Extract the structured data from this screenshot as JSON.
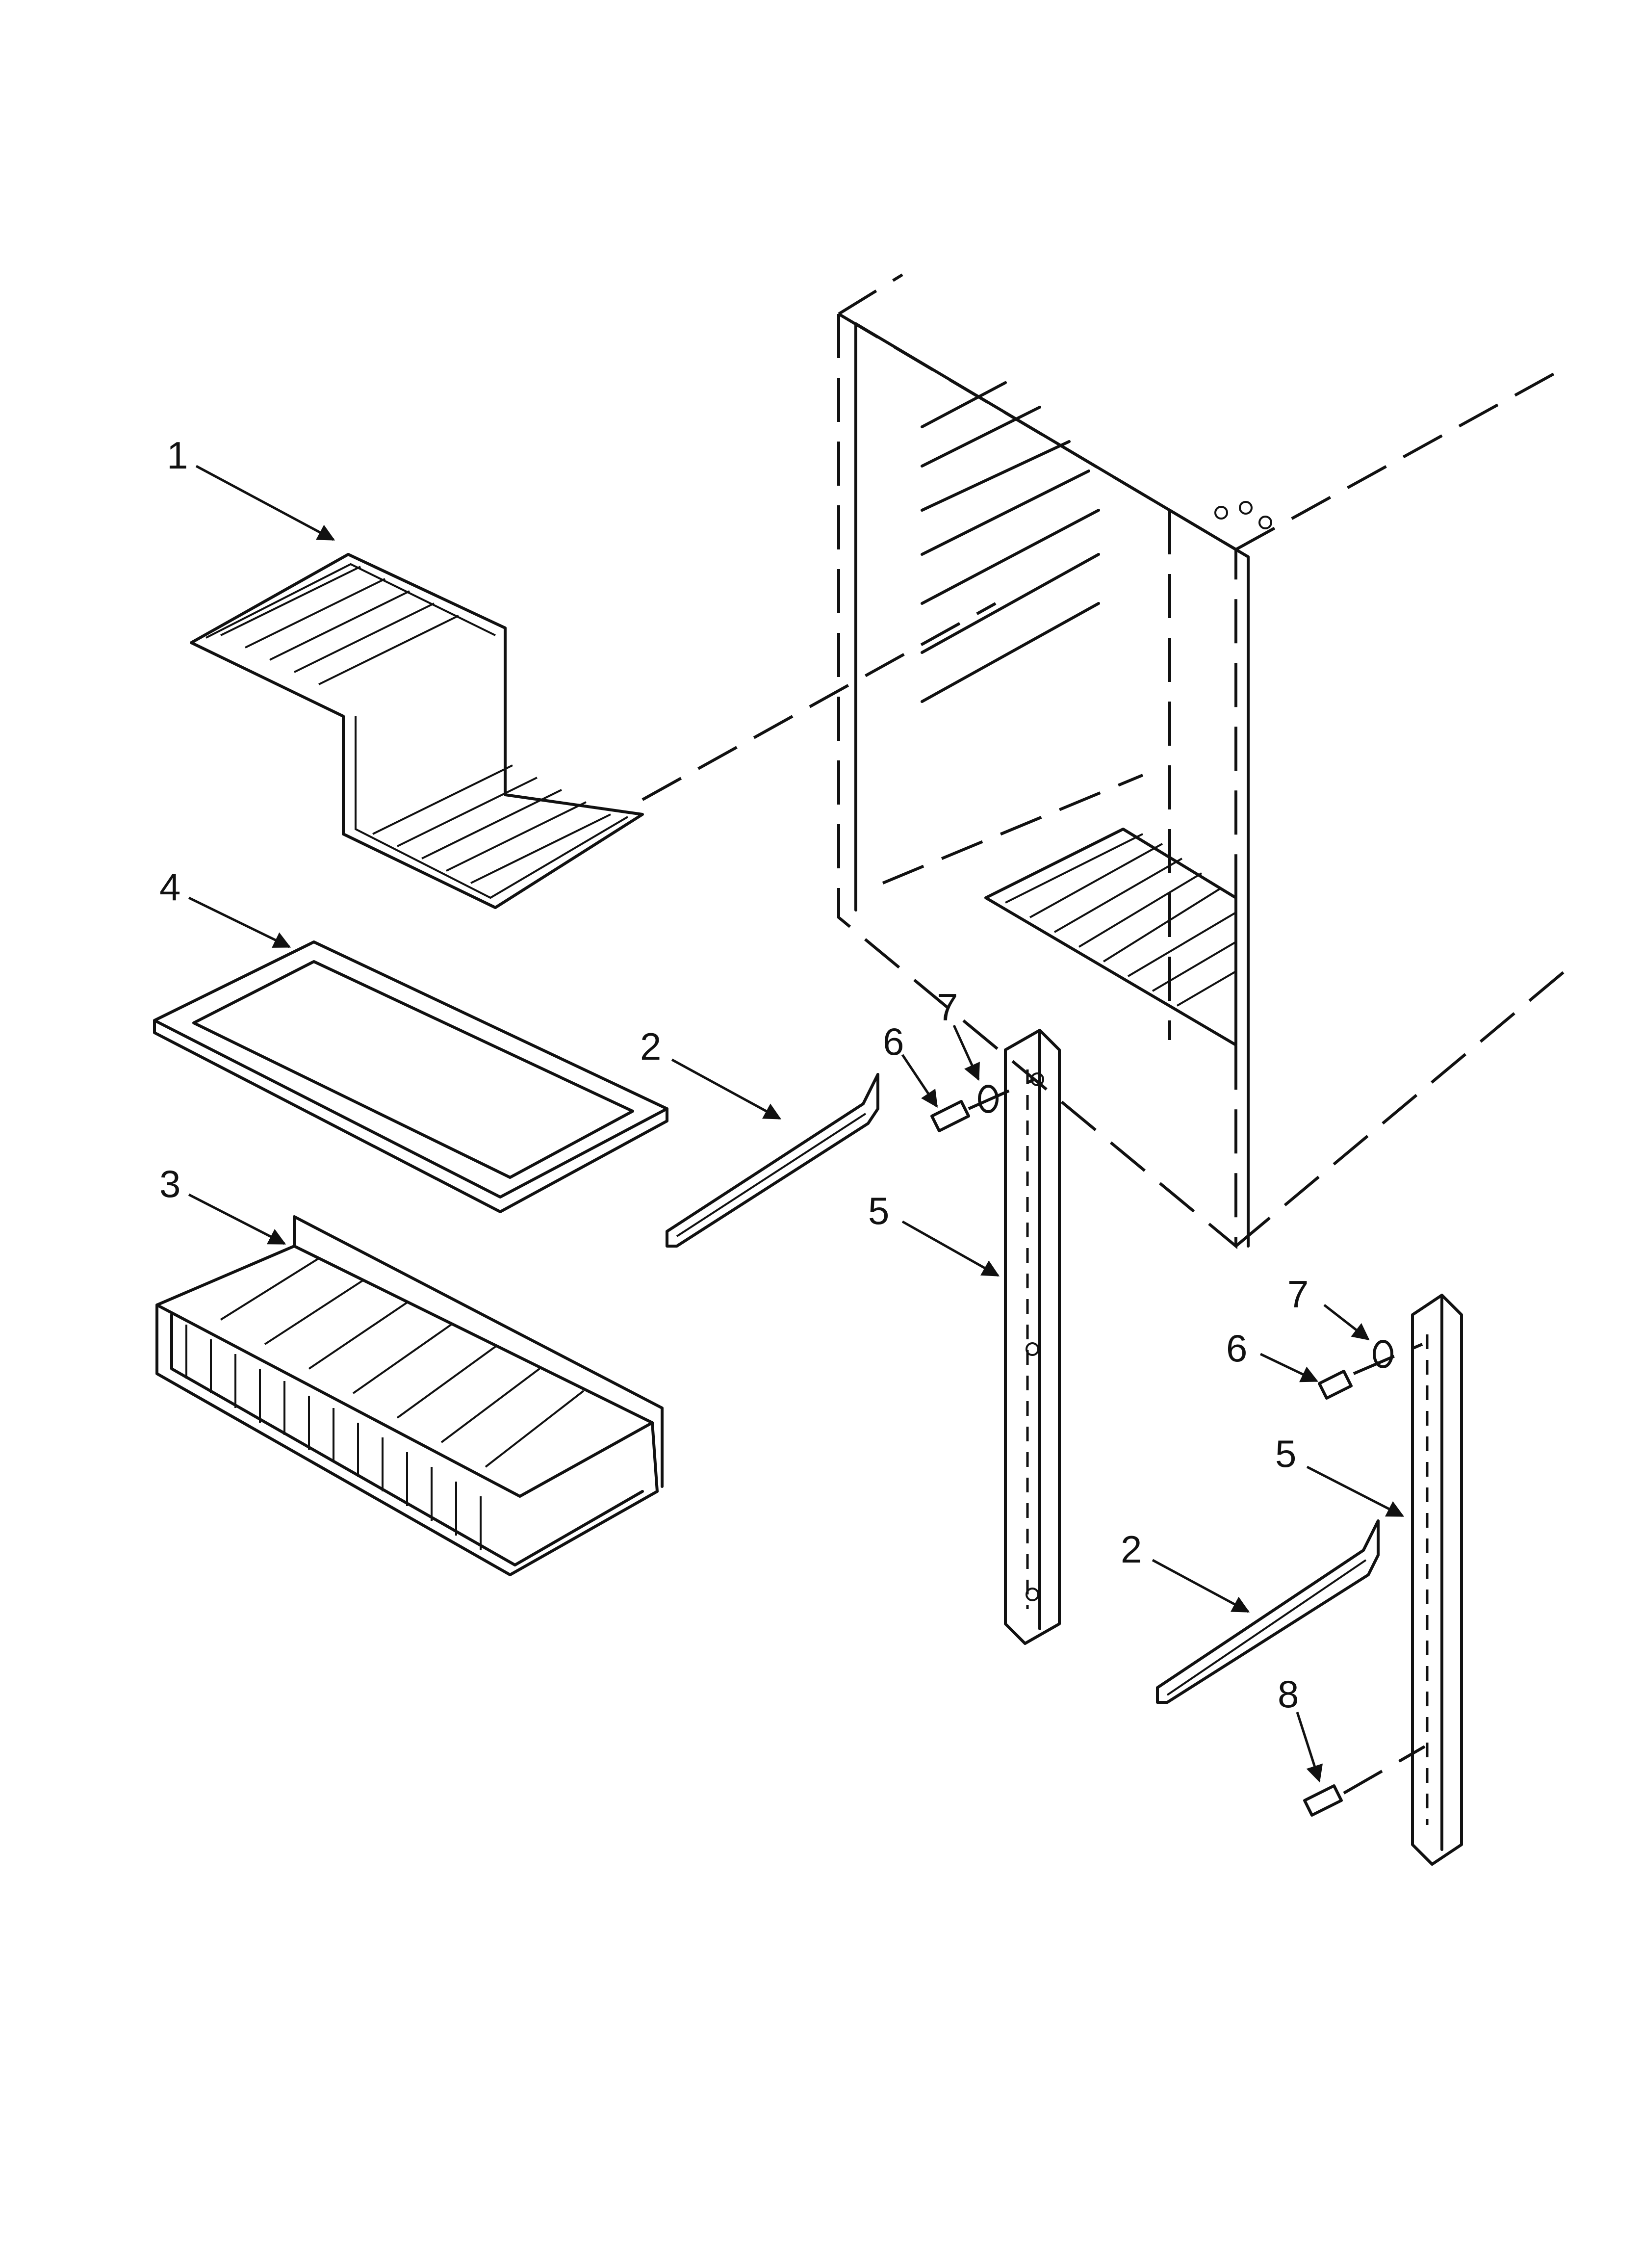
{
  "diagram": {
    "callouts": [
      {
        "id": "c1",
        "label": "1"
      },
      {
        "id": "c4",
        "label": "4"
      },
      {
        "id": "c3",
        "label": "3"
      },
      {
        "id": "c2a",
        "label": "2"
      },
      {
        "id": "c6a",
        "label": "6"
      },
      {
        "id": "c7a",
        "label": "7"
      },
      {
        "id": "c5a",
        "label": "5"
      },
      {
        "id": "c7b",
        "label": "7"
      },
      {
        "id": "c6b",
        "label": "6"
      },
      {
        "id": "c5b",
        "label": "5"
      },
      {
        "id": "c2b",
        "label": "2"
      },
      {
        "id": "c8",
        "label": "8"
      }
    ]
  }
}
